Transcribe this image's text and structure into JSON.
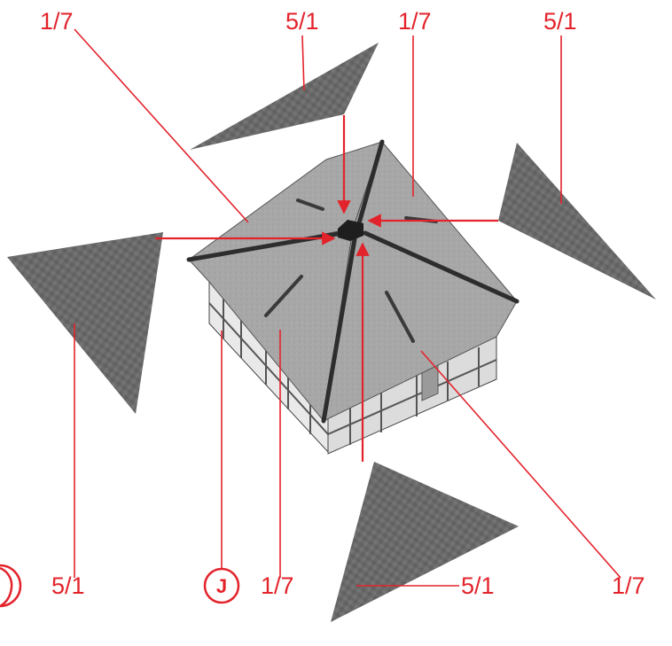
{
  "callouts": {
    "top_left_part": "1/7",
    "top_panel": "5/1",
    "top_right_part": "1/7",
    "right_panel": "5/1",
    "left_panel": "5/1",
    "front_part": "1/7",
    "bottom_panel": "5/1",
    "bottom_right_part": "1/7",
    "wall_marker": "J"
  },
  "colors": {
    "accent": "#e3232b",
    "shingle_panel": "#6b6b6b",
    "roof_base": "#a9a9a9",
    "wall": "#e8e8e8"
  }
}
